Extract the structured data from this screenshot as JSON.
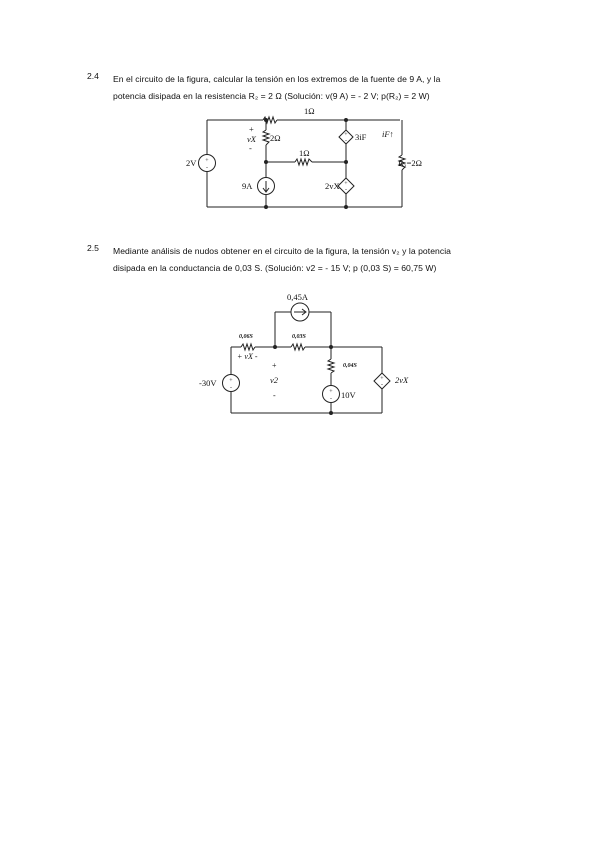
{
  "problems": [
    {
      "number": "2.4",
      "line1": "En el circuito de la figura, calcular la tensión en los extremos de la fuente de 9 A, y la",
      "line2": "potencia disipada en la resistencia R₂ = 2 Ω (Solución: v(9 A) = - 2 V; p(R₂) = 2 W)",
      "figure": {
        "labels": {
          "r_top": "1Ω",
          "r_mid": "1Ω",
          "r_left": "2Ω",
          "plus": "+",
          "minus": "-",
          "vx": "vX",
          "dep_top": "3iF",
          "i_f": "iF↑",
          "r2": "R₂=2Ω",
          "src_2v": "2V",
          "src_9a": "9A",
          "dep_bottom": "2vX"
        }
      }
    },
    {
      "number": "2.5",
      "line1": "Mediante análisis de nudos obtener en el circuito de la figura, la tensión v₂ y la potencia",
      "line2": "disipada en la conductancia de 0,03 S. (Solución: v2 = - 15 V; p (0,03 S) = 60,75 W)",
      "figure": {
        "labels": {
          "cur_045": "0,45A",
          "g_003": "0,03S",
          "g_006": "0,06S",
          "g_004": "0,04S",
          "vx_label": "+ vX -",
          "v2_plus": "+",
          "v2": "v2",
          "v2_minus": "-",
          "src_30": "-30V",
          "src_10": "10V",
          "dep_2vx": "2vX"
        }
      }
    }
  ]
}
